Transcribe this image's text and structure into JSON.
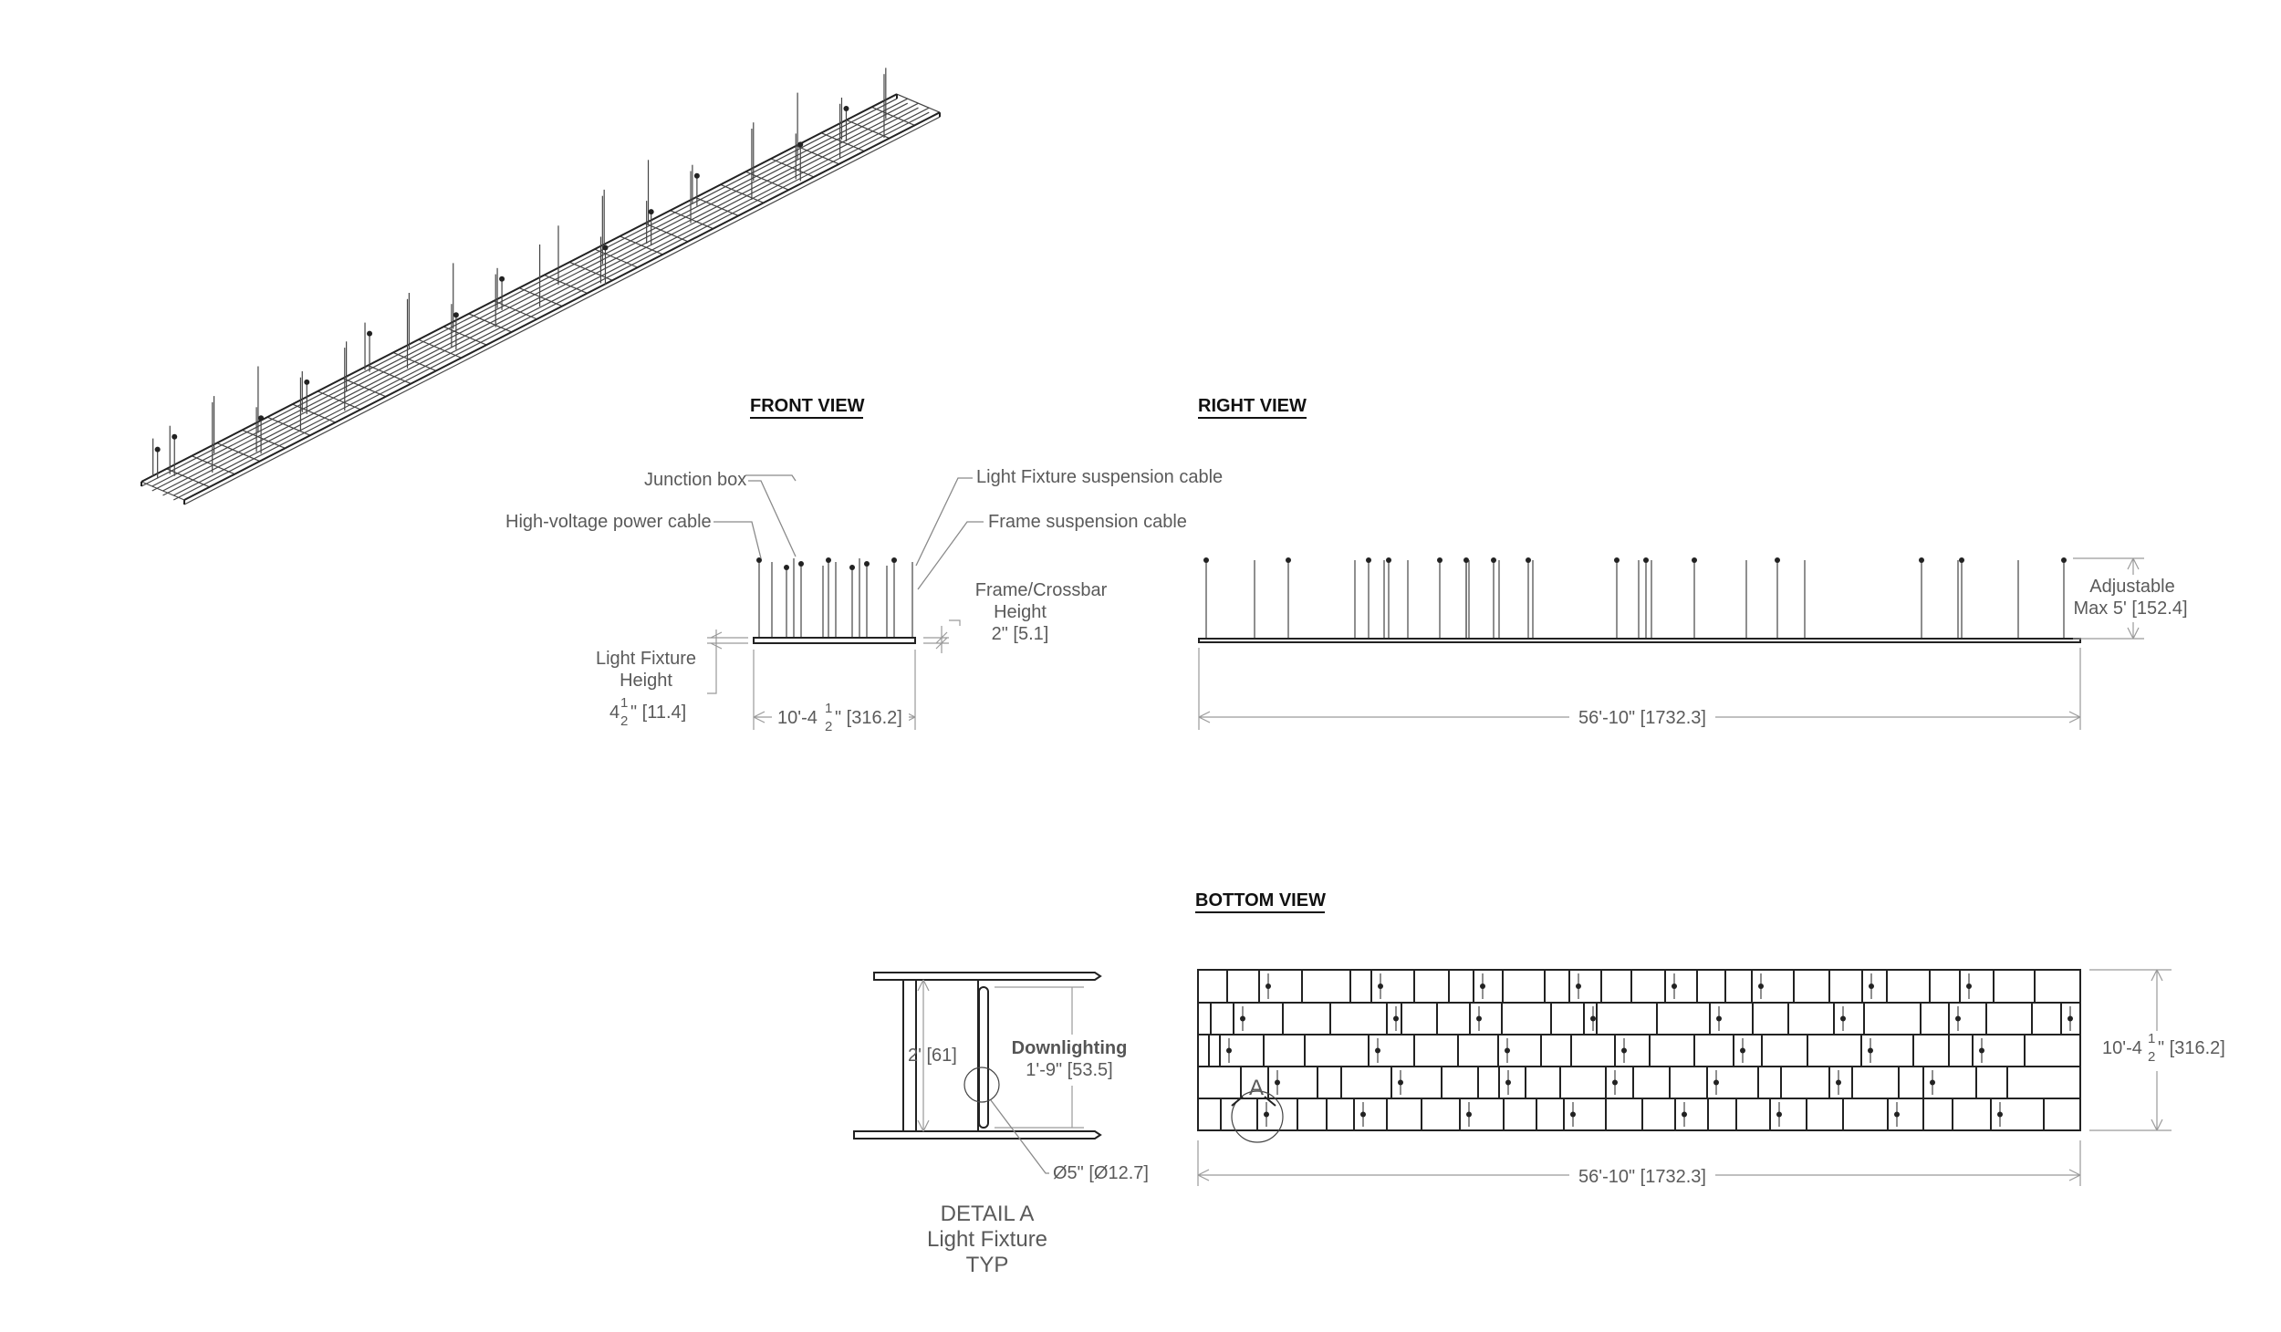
{
  "views": {
    "front": "FRONT VIEW",
    "right": "RIGHT VIEW",
    "bottom": "BOTTOM VIEW"
  },
  "callouts": {
    "junction_box": "Junction box",
    "power_cable": "High-voltage power cable",
    "fixture_cable": "Light Fixture suspension cable",
    "frame_cable": "Frame suspension cable",
    "frame_height_1": "Frame/Crossbar",
    "frame_height_2": "Height",
    "frame_height_3": "2\" [5.1]",
    "fixture_height_1": "Light Fixture",
    "fixture_height_2": "Height",
    "adjustable_1": "Adjustable",
    "adjustable_2": "Max 5' [152.4]"
  },
  "dimensions": {
    "fixture_height_whole": "4",
    "fixture_height_rest": "\" [11.4]",
    "width_whole": "10'-4",
    "width_rest": "\" [316.2]",
    "frac_num": "1",
    "frac_den": "2",
    "length": "56'-10\" [1732.3]",
    "bottom_length": "56'-10\" [1732.3]",
    "bottom_width_whole": "10'-4",
    "bottom_width_rest": "\" [316.2]"
  },
  "detail": {
    "marker": "A",
    "height": "2' [61]",
    "downlighting": "Downlighting",
    "downlighting_dim": "1'-9\" [53.5]",
    "diameter": "Ø5\" [Ø12.7]",
    "title_1": "DETAIL A",
    "title_2": "Light Fixture",
    "title_3": "TYP"
  }
}
